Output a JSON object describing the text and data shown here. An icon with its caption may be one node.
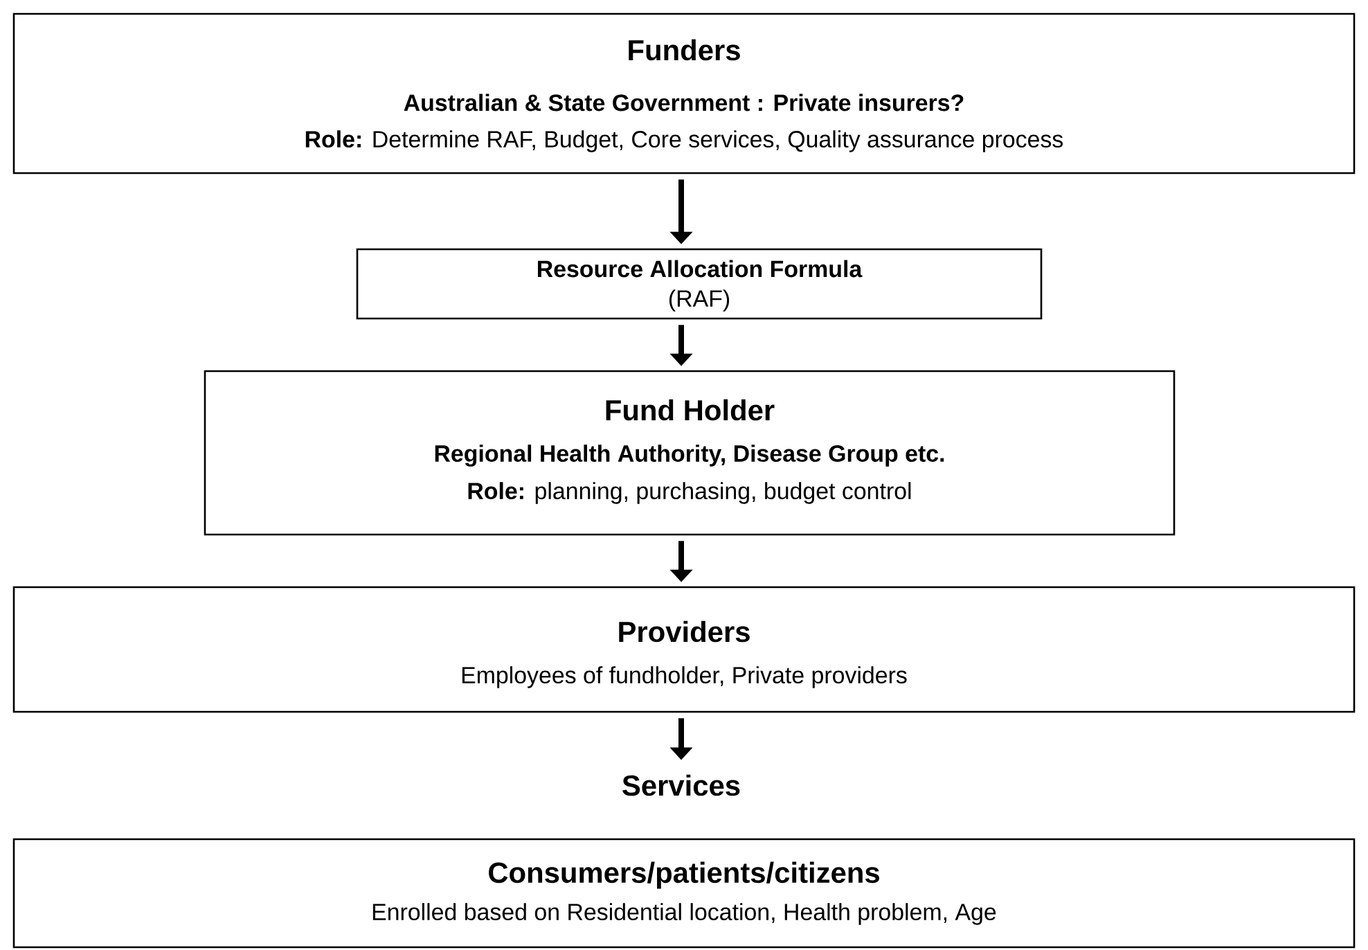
{
  "diagram": {
    "nodes": [
      {
        "text": [
          "Funders",
          "Australian & State Government : Private insurers?",
          "**Role:** Determine RAF, Budget, Core services, Quality assurance process"
        ]
      },
      {
        "text": [
          "Resource Allocation Formula",
          "(RAF)"
        ]
      },
      {
        "text": [
          "Fund Holder",
          "Regional Health Authority, Disease Group etc.",
          "**Role:** planning, purchasing, budget control"
        ]
      },
      {
        "text": [
          "Providers",
          "Employees of fundholder, Private providers"
        ]
      },
      {
        "text": [
          "Services"
        ]
      },
      {
        "text": [
          "Consumers/patients/citizens",
          "Enrolled based on Residential location, Health problem, Age"
        ]
      }
    ],
    "edges": [
      {
        "from": 0,
        "to": 1,
        "arrow": "to"
      },
      {
        "from": 1,
        "to": 2,
        "arrow": "to"
      },
      {
        "from": 2,
        "to": 3,
        "arrow": "to"
      },
      {
        "from": 3,
        "to": 4,
        "arrow": "to"
      }
    ]
  }
}
